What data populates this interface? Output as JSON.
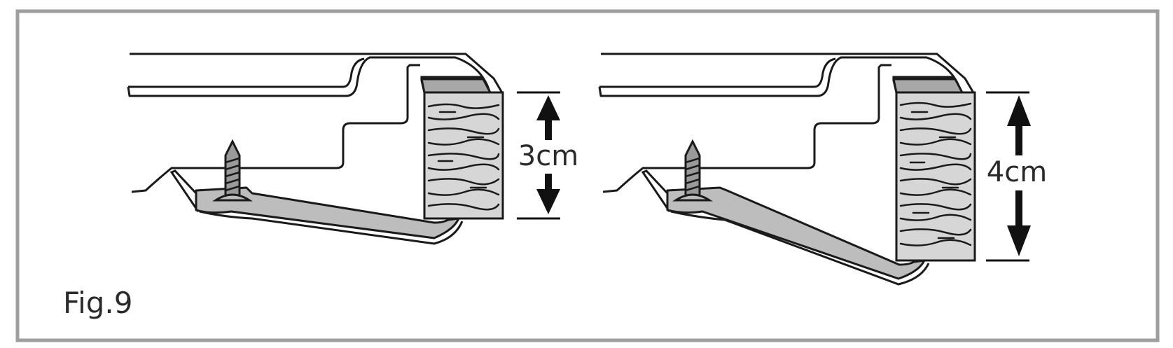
{
  "figure": {
    "caption": "Fig.9",
    "frame_color": "#9e9e9e",
    "line_color": "#1a1a1a",
    "bracket_fill": "#bdbdbd",
    "wood_fill": "#d6d6d6"
  },
  "panels": [
    {
      "thickness_label": "3cm"
    },
    {
      "thickness_label": "4cm"
    }
  ]
}
